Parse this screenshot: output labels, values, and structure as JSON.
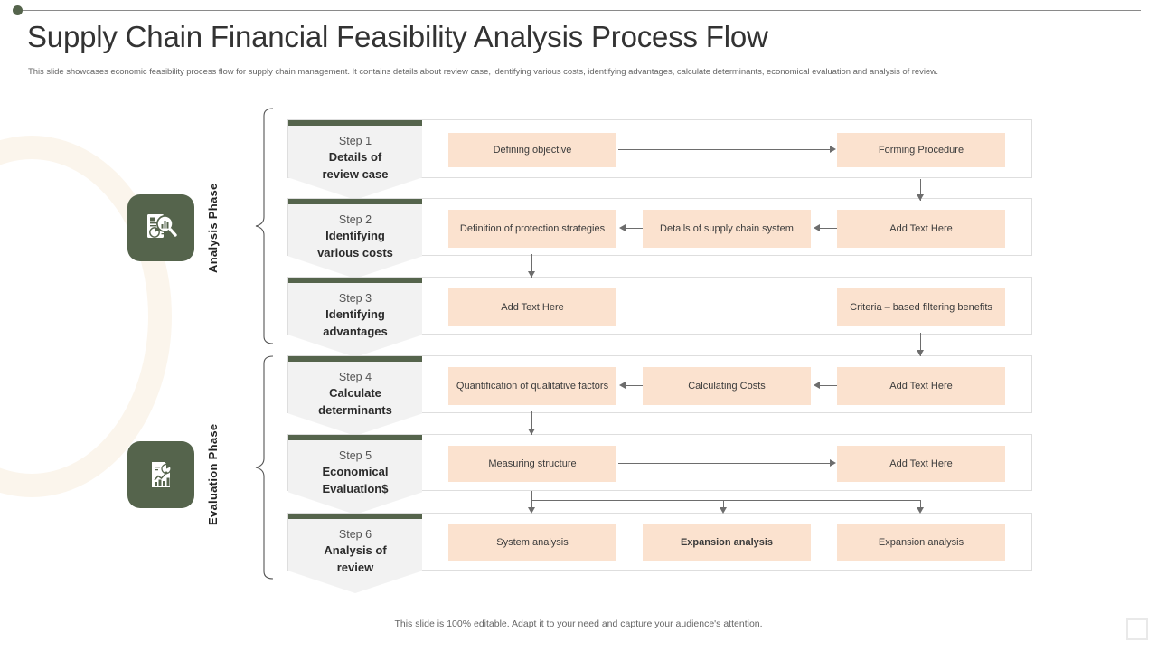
{
  "header": {
    "title": "Supply Chain Financial Feasibility Analysis Process Flow",
    "subtitle": "This slide showcases economic feasibility process flow for supply chain management. It contains details about review case, identifying various costs, identifying advantages, calculate determinants, economical evaluation and analysis of review.",
    "footnote": "This slide is 100% editable. Adapt it to your need and capture your audience's attention."
  },
  "colors": {
    "accent_green": "#55644C",
    "box_peach": "#FBE2CF",
    "step_gray": "#F2F2F2",
    "connector": "#6D6D6D",
    "ring_cream": "#FBF5EC"
  },
  "phases": [
    {
      "label": "Analysis Phase",
      "icon": "data-analysis-magnifier-icon"
    },
    {
      "label": "Evaluation Phase",
      "icon": "financial-report-chart-icon"
    }
  ],
  "steps": [
    {
      "num": "Step 1",
      "title": "Details of\nreview case",
      "title_l1": "Details of",
      "title_l2": "review case"
    },
    {
      "num": "Step 2",
      "title": "Identifying\nvarious costs",
      "title_l1": "Identifying",
      "title_l2": "various costs"
    },
    {
      "num": "Step 3",
      "title": "Identifying\nadvantages",
      "title_l1": "Identifying",
      "title_l2": "advantages"
    },
    {
      "num": "Step 4",
      "title": "Calculate\ndeterminants",
      "title_l1": "Calculate",
      "title_l2": "determinants"
    },
    {
      "num": "Step 5",
      "title": "Economical\nEvaluation$",
      "title_l1": "Economical",
      "title_l2": "Evaluation$"
    },
    {
      "num": "Step 6",
      "title": "Analysis of\nreview",
      "title_l1": "Analysis of",
      "title_l2": "review"
    }
  ],
  "rows": [
    {
      "boxes": [
        {
          "text": "Defining objective",
          "bold": false
        },
        {
          "text": "Forming Procedure",
          "bold": false
        }
      ]
    },
    {
      "boxes": [
        {
          "text": "Definition of protection strategies",
          "bold": false
        },
        {
          "text": "Details of supply chain system",
          "bold": false
        },
        {
          "text": "Add Text Here",
          "bold": false
        }
      ]
    },
    {
      "boxes": [
        {
          "text": "Add Text Here",
          "bold": false
        },
        {
          "text": "Criteria – based filtering benefits",
          "bold": false
        }
      ]
    },
    {
      "boxes": [
        {
          "text": "Quantification of qualitative factors",
          "bold": false
        },
        {
          "text": "Calculating Costs",
          "bold": false
        },
        {
          "text": "Add Text Here",
          "bold": false
        }
      ]
    },
    {
      "boxes": [
        {
          "text": "Measuring structure",
          "bold": false
        },
        {
          "text": "Add Text Here",
          "bold": false
        }
      ]
    },
    {
      "boxes": [
        {
          "text": "System analysis",
          "bold": false
        },
        {
          "text": "Expansion analysis",
          "bold": true
        },
        {
          "text": "Expansion analysis",
          "bold": false
        }
      ]
    }
  ]
}
